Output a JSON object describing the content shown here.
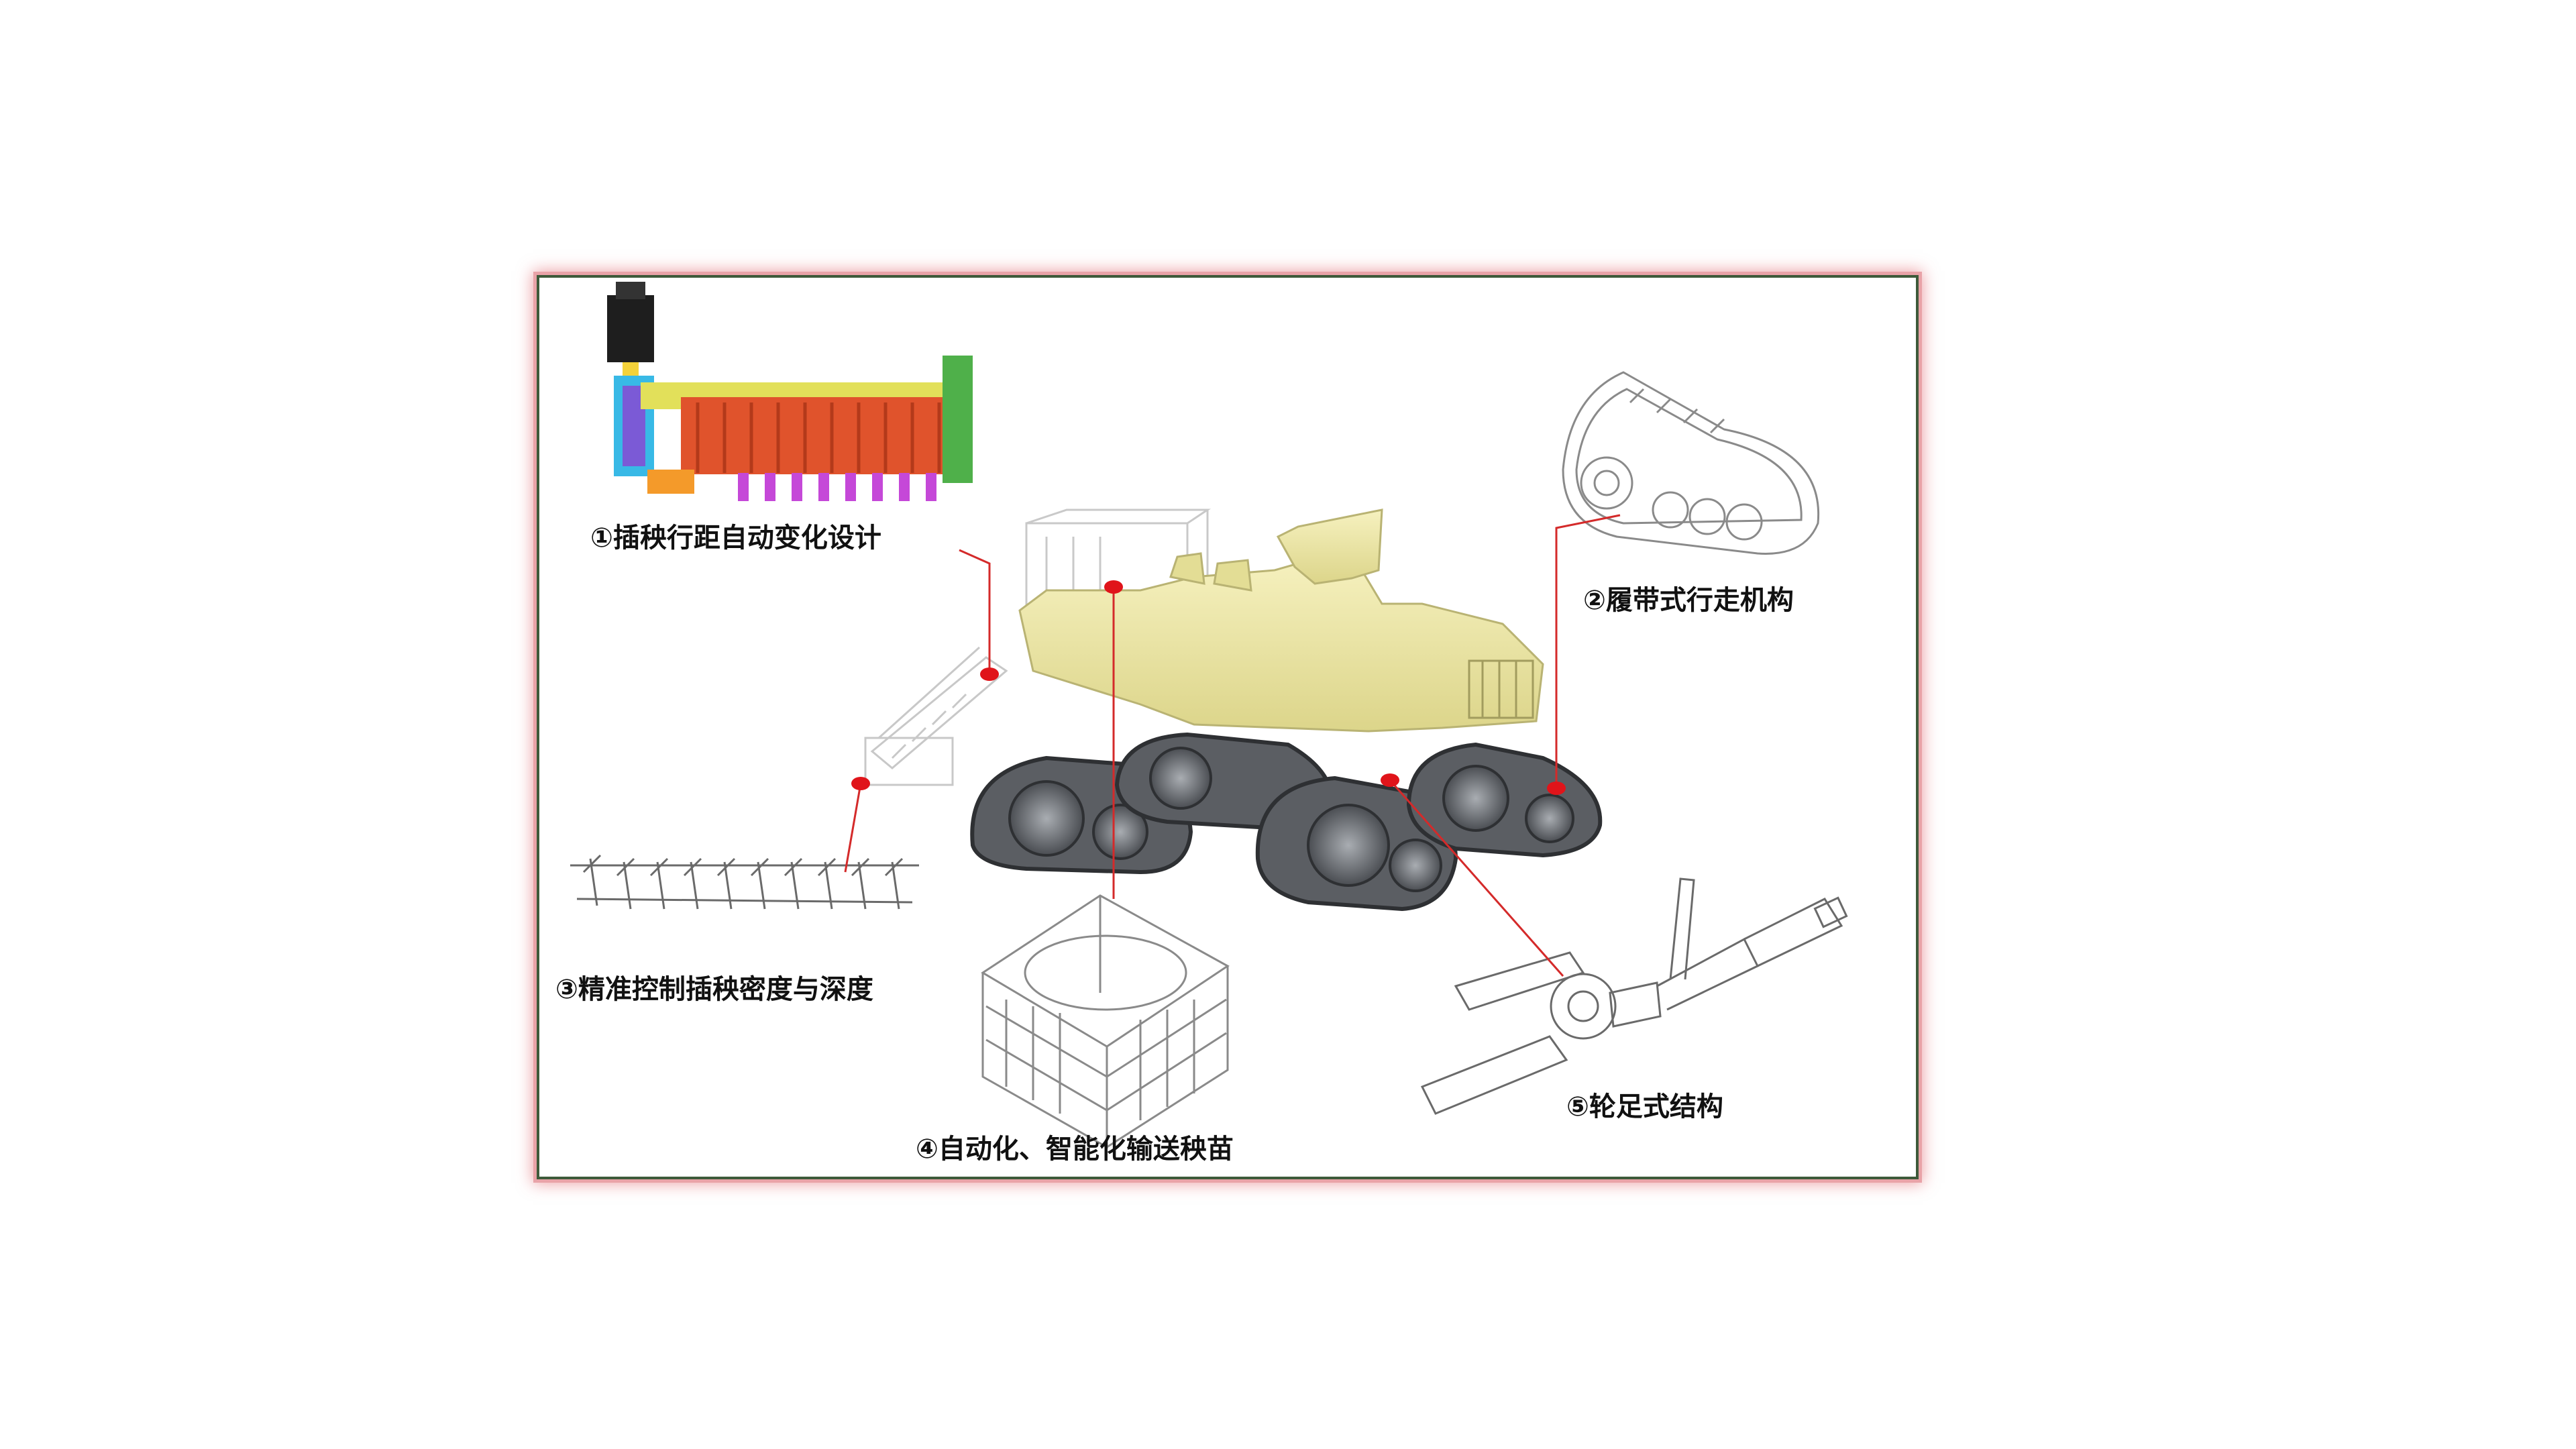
{
  "callouts": [
    {
      "id": "spacing",
      "label": "①插秧行距自动变化设计"
    },
    {
      "id": "track",
      "label": "②履带式行走机构"
    },
    {
      "id": "density",
      "label": "③精准控制插秧密度与深度"
    },
    {
      "id": "conveyor",
      "label": "④自动化、智能化输送秧苗"
    },
    {
      "id": "wheelleg",
      "label": "⑤轮足式结构"
    }
  ],
  "colors": {
    "frame_border": "#3e5a3a",
    "frame_glow": "#e9a3a8",
    "leader_line": "#d42a2a",
    "vehicle_body": "#efeaa6",
    "track_dark": "#55585c"
  }
}
